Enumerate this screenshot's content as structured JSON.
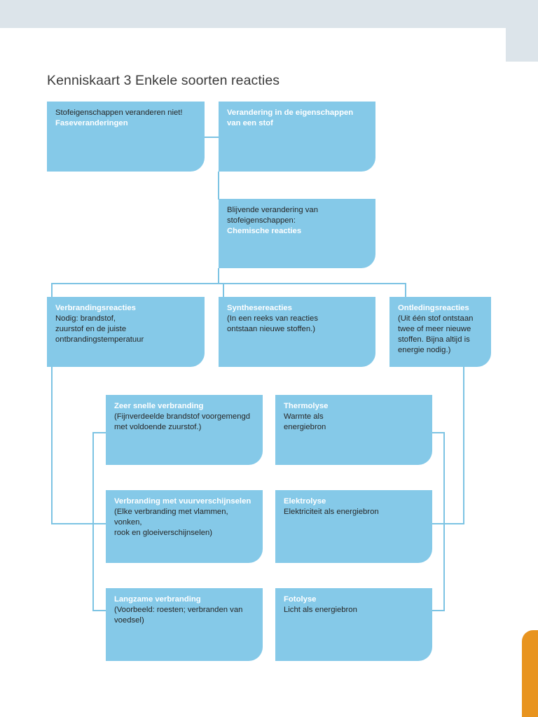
{
  "page": {
    "title": "Kenniskaart 3 Enkele soorten reacties",
    "colors": {
      "box_fill": "#85c9e8",
      "connector": "#7cc3e3",
      "header_band": "#dce4ea",
      "accent_tab": "#e8941f",
      "text_dark": "#262626",
      "text_light": "#ffffff"
    }
  },
  "diagram": {
    "nodes": [
      {
        "id": "fase",
        "lines": [
          {
            "text": "Stofeigenschappen veranderen niet!",
            "style": "dark"
          },
          {
            "text": "Faseveranderingen",
            "style": "white-bold"
          }
        ]
      },
      {
        "id": "verandering",
        "lines": [
          {
            "text": "Verandering in de eigenschappen",
            "style": "white-bold"
          },
          {
            "text": "van een stof",
            "style": "white-bold"
          }
        ]
      },
      {
        "id": "chemische",
        "lines": [
          {
            "text": "Blijvende verandering van",
            "style": "dark"
          },
          {
            "text": "stofeigenschappen:",
            "style": "dark"
          },
          {
            "text": "Chemische reacties",
            "style": "white-bold"
          }
        ]
      },
      {
        "id": "verbranding",
        "lines": [
          {
            "text": "Verbrandingsreacties",
            "style": "white-bold"
          },
          {
            "text": "Nodig: brandstof,",
            "style": "dark"
          },
          {
            "text": "zuurstof en de juiste",
            "style": "dark"
          },
          {
            "text": "ontbrandingstemperatuur",
            "style": "dark"
          }
        ]
      },
      {
        "id": "synthese",
        "lines": [
          {
            "text": "Synthesereacties",
            "style": "white-bold"
          },
          {
            "text": "(In een reeks van reacties",
            "style": "dark"
          },
          {
            "text": "ontstaan nieuwe stoffen.)",
            "style": "dark"
          }
        ]
      },
      {
        "id": "ontleding",
        "lines": [
          {
            "text": "Ontledingsreacties",
            "style": "white-bold"
          },
          {
            "text": "(Uit één stof ontstaan",
            "style": "dark"
          },
          {
            "text": "twee of meer nieuwe",
            "style": "dark"
          },
          {
            "text": "stoffen. Bijna altijd is",
            "style": "dark"
          },
          {
            "text": "energie nodig.)",
            "style": "dark"
          }
        ]
      },
      {
        "id": "zeer-snelle",
        "lines": [
          {
            "text": "Zeer snelle verbranding",
            "style": "white-bold"
          },
          {
            "text": "(Fijnverdeelde brandstof voorgemengd",
            "style": "dark"
          },
          {
            "text": "met voldoende zuurstof.)",
            "style": "dark"
          }
        ]
      },
      {
        "id": "thermolyse",
        "lines": [
          {
            "text": "Thermolyse",
            "style": "white-bold"
          },
          {
            "text": "Warmte als",
            "style": "dark"
          },
          {
            "text": "energiebron",
            "style": "dark"
          }
        ]
      },
      {
        "id": "vuurverschijnselen",
        "lines": [
          {
            "text": "Verbranding met vuurverschijnselen",
            "style": "white-bold"
          },
          {
            "text": "(Elke verbranding met vlammen, vonken,",
            "style": "dark"
          },
          {
            "text": "rook en gloeiverschijnselen)",
            "style": "dark"
          }
        ]
      },
      {
        "id": "elektrolyse",
        "lines": [
          {
            "text": "Elektrolyse",
            "style": "white-bold"
          },
          {
            "text": "Elektriciteit als energiebron",
            "style": "dark"
          }
        ]
      },
      {
        "id": "langzame",
        "lines": [
          {
            "text": "Langzame verbranding",
            "style": "white-bold"
          },
          {
            "text": "(Voorbeeld: roesten; verbranden van",
            "style": "dark"
          },
          {
            "text": "voedsel)",
            "style": "dark"
          }
        ]
      },
      {
        "id": "fotolyse",
        "lines": [
          {
            "text": "Fotolyse",
            "style": "white-bold"
          },
          {
            "text": "Licht als energiebron",
            "style": "dark"
          }
        ]
      }
    ]
  }
}
